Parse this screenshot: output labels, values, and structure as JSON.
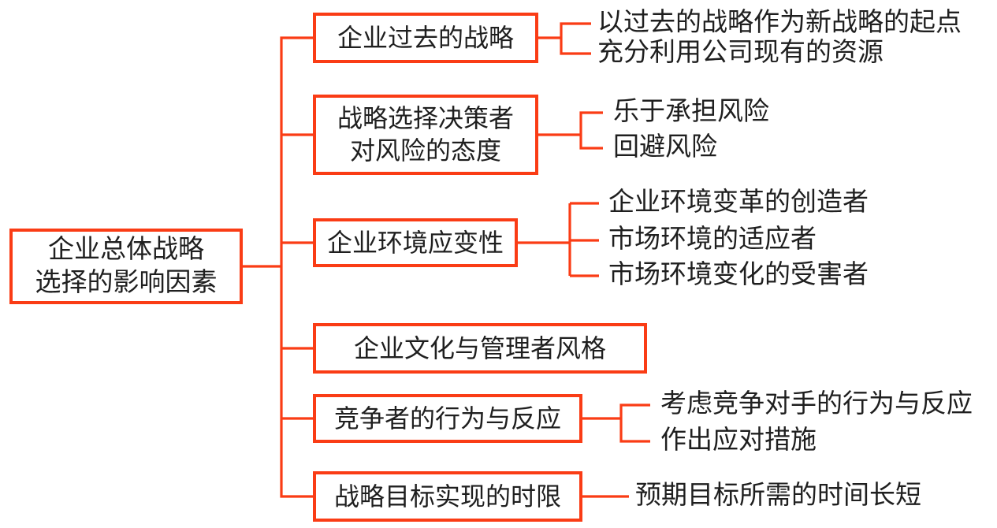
{
  "diagram": {
    "accent_color": "#fa3c15",
    "text_color": "#1f1f1f",
    "root": {
      "label": "企业总体战略\n选择的影响因素"
    },
    "branches": [
      {
        "label": "企业过去的战略",
        "leaves": [
          "以过去的战略作为新战略的起点",
          "充分利用公司现有的资源"
        ]
      },
      {
        "label": "战略选择决策者\n对风险的态度",
        "leaves": [
          "乐于承担风险",
          "回避风险"
        ]
      },
      {
        "label": "企业环境应变性",
        "leaves": [
          "企业环境变革的创造者",
          "市场环境的适应者",
          "市场环境变化的受害者"
        ]
      },
      {
        "label": "企业文化与管理者风格",
        "leaves": []
      },
      {
        "label": "竞争者的行为与反应",
        "leaves": [
          "考虑竞争对手的行为与反应",
          "作出应对措施"
        ]
      },
      {
        "label": "战略目标实现的时限",
        "leaves": [
          "预期目标所需的时间长短"
        ]
      }
    ]
  }
}
